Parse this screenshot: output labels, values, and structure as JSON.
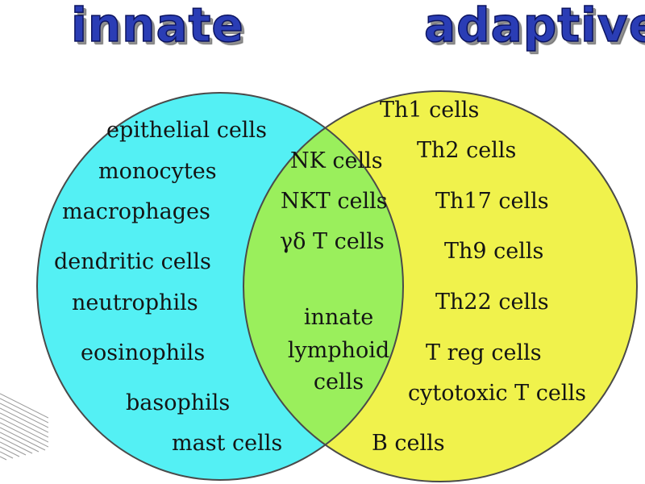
{
  "titles": {
    "left": "innate",
    "right": "adaptive"
  },
  "colors": {
    "innate_circle": "#54f0f4",
    "adaptive_circle": "#f0f24c",
    "overlap": "#9aef5c",
    "title": "#2a3db5"
  },
  "innate_only": [
    "epithelial cells",
    "monocytes",
    "macrophages",
    "dendritic cells",
    "neutrophils",
    "eosinophils",
    "basophils",
    "mast cells"
  ],
  "shared": [
    "NK cells",
    "NKT cells",
    "γδ T cells",
    "innate",
    "lymphoid",
    "cells"
  ],
  "adaptive_only": [
    "Th1 cells",
    "Th2 cells",
    "Th17 cells",
    "Th9 cells",
    "Th22 cells",
    "T reg cells",
    "cytotoxic T cells",
    "B cells"
  ]
}
